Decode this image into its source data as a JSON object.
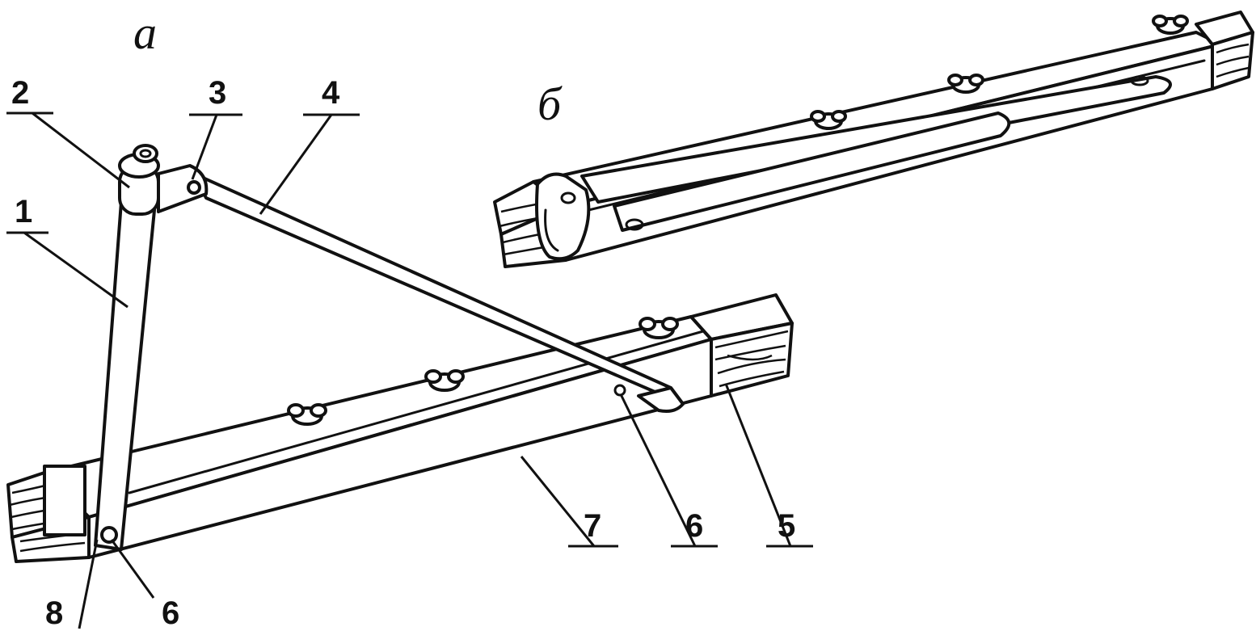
{
  "views": {
    "a": "а",
    "b": "б"
  },
  "labels": {
    "l1": "1",
    "l2": "2",
    "l3": "3",
    "l4": "4",
    "l5": "5",
    "l6a": "6",
    "l6b": "6",
    "l7": "7",
    "l8": "8"
  }
}
